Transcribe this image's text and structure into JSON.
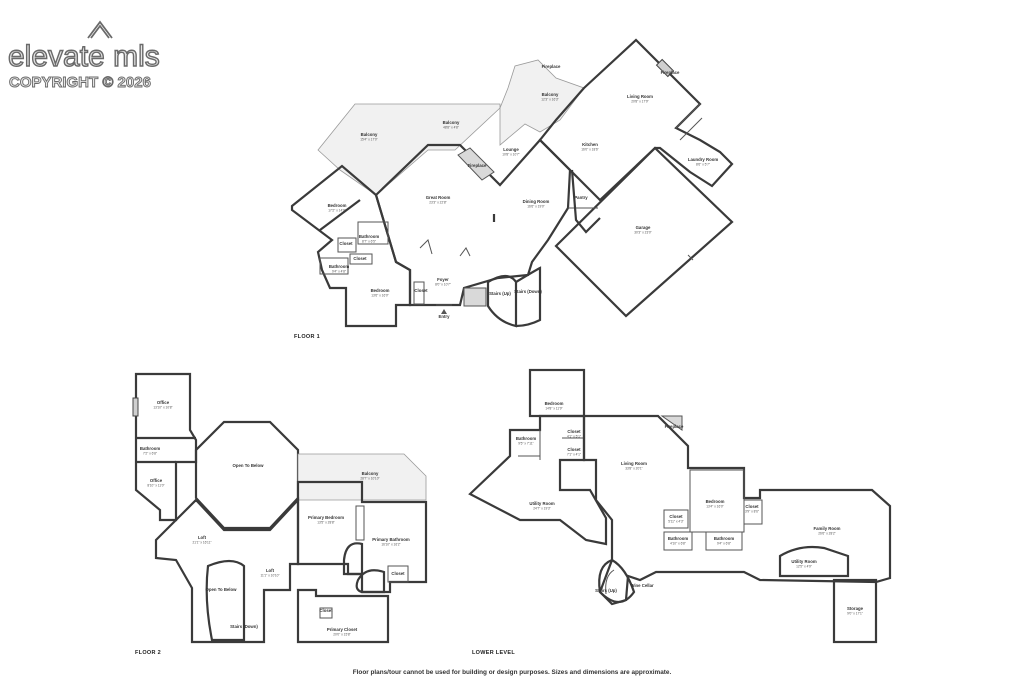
{
  "watermark": {
    "brand": "elevate mls",
    "copyright": "COPYRIGHT © 2026",
    "icon": "roof-chevron-icon"
  },
  "disclaimer": "Floor plans/tour cannot be used for building or design purposes. Sizes and dimensions are approximate.",
  "floors": [
    {
      "label": "FLOOR 1",
      "rooms": [
        {
          "name": "Fireplace",
          "dim": ""
        },
        {
          "name": "Balcony",
          "dim": "12'3\" x 16'3\""
        },
        {
          "name": "Living Room",
          "dim": "20'8\" x 17'9\""
        },
        {
          "name": "Fireplace",
          "dim": ""
        },
        {
          "name": "Balcony",
          "dim": "15'4\" x 17'0\""
        },
        {
          "name": "Balcony",
          "dim": "48'8\" x 4'8\""
        },
        {
          "name": "Kitchen",
          "dim": "16'0\" x 18'6\""
        },
        {
          "name": "Laundry Room",
          "dim": "8'6\" x 5'7\""
        },
        {
          "name": "Fireplace",
          "dim": ""
        },
        {
          "name": "Lounge",
          "dim": "10'8\" x 10'7\""
        },
        {
          "name": "Great Room",
          "dim": "23'3\" x 22'8\""
        },
        {
          "name": "Dining Room",
          "dim": "16'6\" x 19'0\""
        },
        {
          "name": "Pantry",
          "dim": ""
        },
        {
          "name": "Garage",
          "dim": "30'3\" x 23'0\""
        },
        {
          "name": "Bedroom",
          "dim": "17'2\" x 14'0\""
        },
        {
          "name": "Bathroom",
          "dim": "8'7\" x 6'5\""
        },
        {
          "name": "Closet",
          "dim": ""
        },
        {
          "name": "Closet",
          "dim": ""
        },
        {
          "name": "Bathroom",
          "dim": "9'4\" x 4'8\""
        },
        {
          "name": "Bedroom",
          "dim": "13'6\" x 16'0\""
        },
        {
          "name": "Closet",
          "dim": ""
        },
        {
          "name": "Foyer",
          "dim": "8'0\" x 10'7\""
        },
        {
          "name": "Stairs (Up)",
          "dim": ""
        },
        {
          "name": "Stairs (Down)",
          "dim": ""
        },
        {
          "name": "Entry",
          "dim": ""
        }
      ]
    },
    {
      "label": "FLOOR 2",
      "rooms": [
        {
          "name": "Office",
          "dim": "13'10\" x 10'8\""
        },
        {
          "name": "Bathroom",
          "dim": "7'2\" x 6'8\""
        },
        {
          "name": "Office",
          "dim": "8'10\" x 11'0\""
        },
        {
          "name": "Open To Below",
          "dim": ""
        },
        {
          "name": "Balcony",
          "dim": "28'7\" x 10'10\""
        },
        {
          "name": "Loft",
          "dim": "21'1\" x 16'11\""
        },
        {
          "name": "Primary Bedroom",
          "dim": "13'5\" x 28'8\""
        },
        {
          "name": "Primary Bathroom",
          "dim": "16'10\" x 16'2\""
        },
        {
          "name": "Closet",
          "dim": ""
        },
        {
          "name": "Loft",
          "dim": "11'1\" x 10'10\""
        },
        {
          "name": "Open To Below",
          "dim": ""
        },
        {
          "name": "Stairs (Down)",
          "dim": ""
        },
        {
          "name": "Closet",
          "dim": ""
        },
        {
          "name": "Primary Closet",
          "dim": "20'0\" x 15'8\""
        }
      ]
    },
    {
      "label": "LOWER LEVEL",
      "rooms": [
        {
          "name": "Bedroom",
          "dim": "14'8\" x 11'9\""
        },
        {
          "name": "Bathroom",
          "dim": "9'5\" x 7'11\""
        },
        {
          "name": "Closet",
          "dim": "4'1\" x 5'1\""
        },
        {
          "name": "Closet",
          "dim": "7'1\" x 4'1\""
        },
        {
          "name": "Fireplace",
          "dim": ""
        },
        {
          "name": "Living Room",
          "dim": "33'8\" x 20'1\""
        },
        {
          "name": "Utility Room",
          "dim": "24'7\" x 19'3\""
        },
        {
          "name": "Bedroom",
          "dim": "13'4\" x 16'0\""
        },
        {
          "name": "Closet",
          "dim": "3'9\" x 8'6\""
        },
        {
          "name": "Closet",
          "dim": "5'11\" x 4'3\""
        },
        {
          "name": "Family Room",
          "dim": "26'6\" x 28'2\""
        },
        {
          "name": "Bathroom",
          "dim": "4'10\" x 6'8\""
        },
        {
          "name": "Bathroom",
          "dim": "9'4\" x 6'8\""
        },
        {
          "name": "Utility Room",
          "dim": "12'5\" x 4'9\""
        },
        {
          "name": "Stairs (Up)",
          "dim": ""
        },
        {
          "name": "Wine Cellar",
          "dim": ""
        },
        {
          "name": "Storage",
          "dim": "9'0\" x 17'1\""
        }
      ]
    }
  ]
}
